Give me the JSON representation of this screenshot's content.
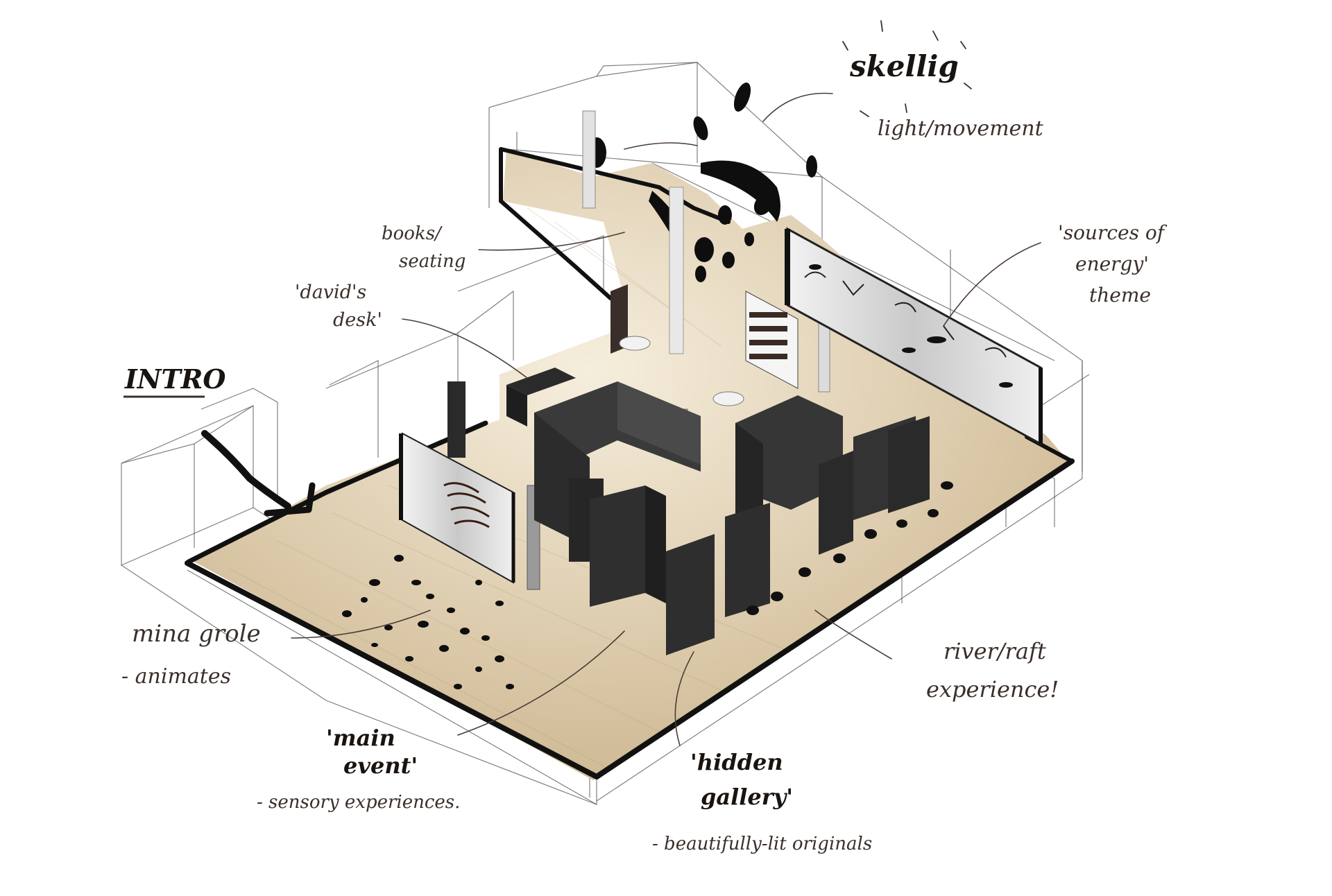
{
  "labels": {
    "intro": "INTRO",
    "skellig": "skellig",
    "light_movement": "light/movement",
    "books_line1": "books/",
    "books_line2": "seating",
    "davids_line1": "'david's",
    "davids_line2": "desk'",
    "sources_line1": "'sources of",
    "sources_line2": "energy'",
    "sources_line3": "theme",
    "mina_line1": "mina grole",
    "mina_line2": "- animates",
    "main_event_line1": "'main",
    "main_event_line2": "event'",
    "sensory": "- sensory experiences.",
    "hidden_line1": "'hidden",
    "hidden_line2": "gallery'",
    "beautifully": "- beautifully-lit originals",
    "river_line1": "river/raft",
    "river_line2": "experience!"
  },
  "colors": {
    "floor": "#d9c7a8",
    "floor_light": "#efe4cf",
    "ink": "#111111",
    "annotation": "#3a2f2a",
    "panel_dark": "#2b2b2b",
    "screen": "#e4e4e4"
  }
}
